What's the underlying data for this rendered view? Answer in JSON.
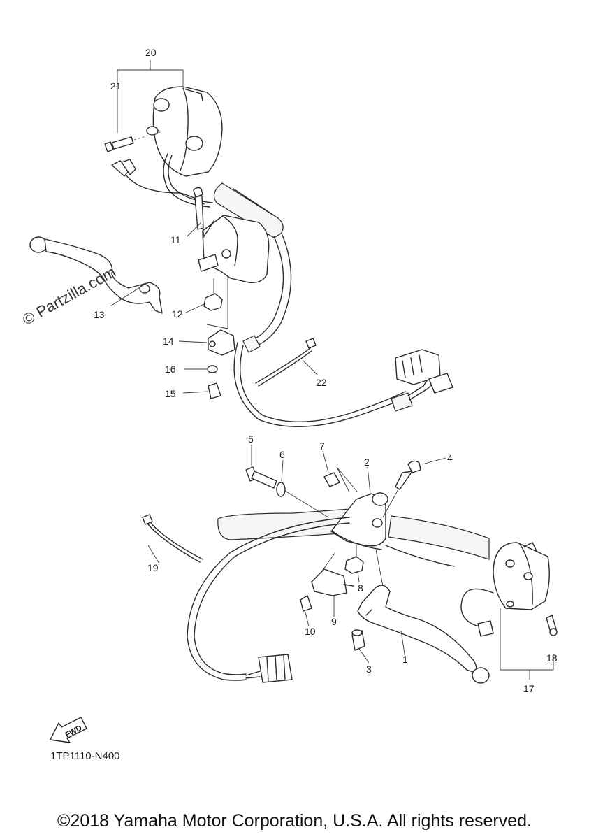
{
  "watermark": "© Partzilla.com",
  "diagram_code": "1TP1110-N400",
  "fwd_label": "FWD",
  "copyright": "©2018 Yamaha Motor Corporation, U.S.A. All rights reserved.",
  "callouts": {
    "c1": "1",
    "c2": "2",
    "c3": "3",
    "c4": "4",
    "c5": "5",
    "c6": "6",
    "c7": "7",
    "c8": "8",
    "c9": "9",
    "c10": "10",
    "c11": "11",
    "c12": "12",
    "c13": "13",
    "c14": "14",
    "c15": "15",
    "c16": "16",
    "c17": "17",
    "c18": "18",
    "c19": "19",
    "c20": "20",
    "c21": "21",
    "c22": "22"
  }
}
